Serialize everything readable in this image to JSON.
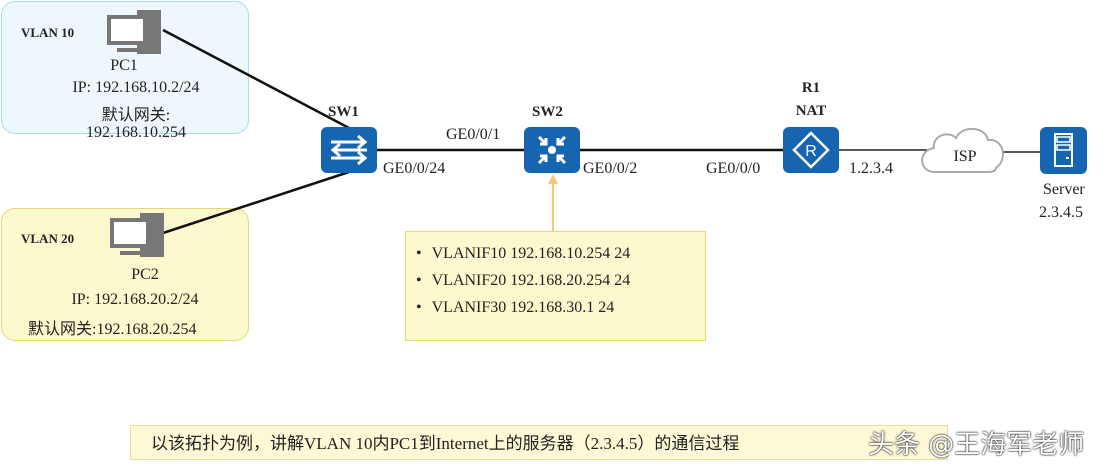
{
  "zones": {
    "vlan10": {
      "label": "VLAN 10",
      "color": "#eef8fc"
    },
    "vlan20": {
      "label": "VLAN 20",
      "color": "#fdf9cf"
    }
  },
  "devices": {
    "pc1": {
      "name": "PC1",
      "ip": "IP: 192.168.10.2/24",
      "gateway_label": "默认网关:",
      "gateway": "192.168.10.254"
    },
    "pc2": {
      "name": "PC2",
      "ip": "IP: 192.168.20.2/24",
      "gateway": "默认网关:192.168.20.254"
    },
    "sw1": {
      "name": "SW1"
    },
    "sw2": {
      "name": "SW2"
    },
    "r1": {
      "name": "R1",
      "role": "NAT"
    },
    "isp": {
      "name": "ISP"
    },
    "server": {
      "name": "Server",
      "ip": "2.3.4.5"
    }
  },
  "ports": {
    "sw1_ge024": "GE0/0/24",
    "sw2_ge01": "GE0/0/1",
    "sw2_ge02": "GE0/0/2",
    "r1_ge000": "GE0/0/0",
    "r1_public": "1.2.3.4"
  },
  "sw2_interfaces": [
    "VLANIF10 192.168.10.254 24",
    "VLANIF20 192.168.20.254 24",
    "VLANIF30 192.168.30.1 24"
  ],
  "caption": "以该拓扑为例，讲解VLAN 10内PC1到Internet上的服务器（2.3.4.5）的通信过程",
  "watermark": "头条 @王海军老师",
  "colors": {
    "device": "#1565b0",
    "arrow": "#f9c77a"
  }
}
